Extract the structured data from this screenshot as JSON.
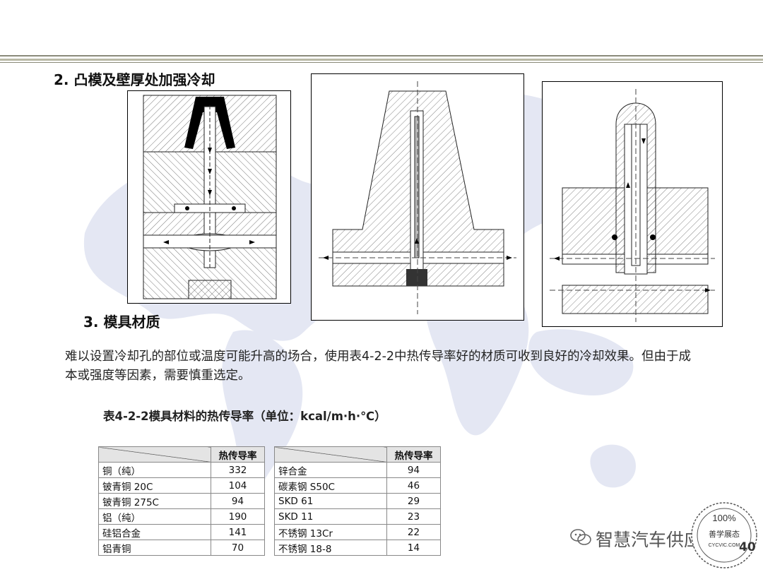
{
  "section_cooling": {
    "heading": "2. 凸模及壁厚处加强冷却"
  },
  "section_material": {
    "heading": "3.  模具材质",
    "paragraph": "难以设置冷却孔的部位或温度可能升高的场合，使用表4-2-2中热传导率好的材质可收到良好的冷却效果。但由于成本或强度等因素，需要慎重选定。",
    "table_caption": "表4-2-2模具材料的热传导率（单位：kcal/m·h·℃）"
  },
  "table_left": {
    "header": "热传导率",
    "rows": [
      {
        "name": "铜（纯）",
        "value": "332"
      },
      {
        "name": "铍青铜 20C",
        "value": "104"
      },
      {
        "name": "铍青铜 275C",
        "value": "94"
      },
      {
        "name": "铝（纯）",
        "value": "190"
      },
      {
        "name": "硅铝合金",
        "value": "141"
      },
      {
        "name": "铝青铜",
        "value": "70"
      }
    ]
  },
  "table_right": {
    "header": "热传导率",
    "rows": [
      {
        "name": "锌合金",
        "value": "94"
      },
      {
        "name": "碳素钢 S50C",
        "value": "46"
      },
      {
        "name": "SKD 61",
        "value": "29"
      },
      {
        "name": "SKD 11",
        "value": "23"
      },
      {
        "name": "不锈钢 13Cr",
        "value": "22"
      },
      {
        "name": "不锈钢 18-8",
        "value": "14"
      }
    ]
  },
  "watermark": {
    "icon": "wechat-icon",
    "text": "智慧汽车供应",
    "seal_top": "100%",
    "seal_mid": "善学展态",
    "seal_bottom": "CYCVIC.COM"
  },
  "page_number": "40",
  "colors": {
    "rule": "#8a8a7a",
    "map": "#dfe3f1",
    "table_header": "#e4e4e4"
  }
}
